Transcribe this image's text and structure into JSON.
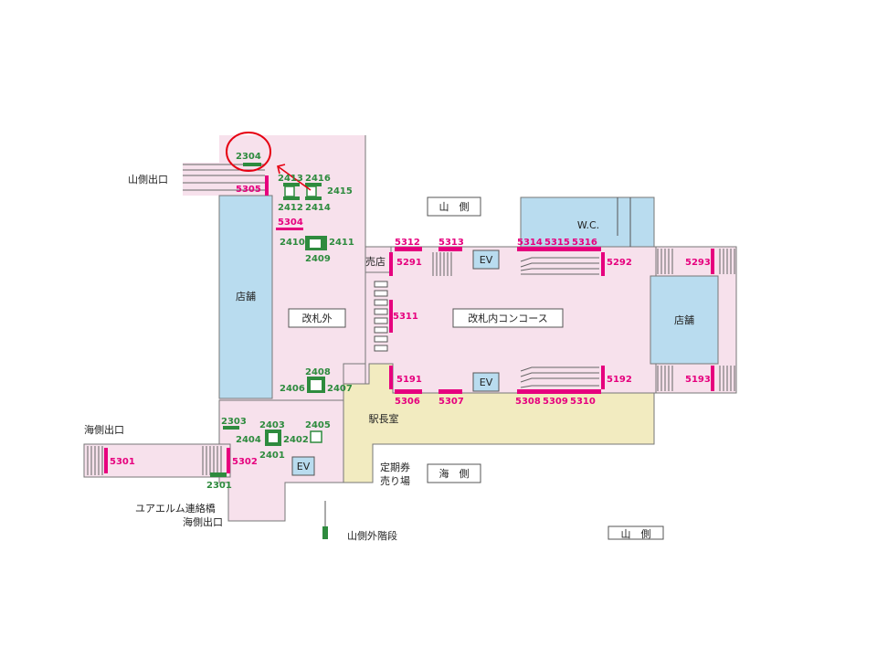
{
  "labels": {
    "yama_exit": "山側出口",
    "umi_exit": "海側出口",
    "yuaerumu": "ユアエルム連絡橋",
    "yuaerumu_exit": "海側出口",
    "kaisatsu_out": "改札外",
    "concourse": "改札内コンコース",
    "shop_left": "店舗",
    "shop_right": "店舗",
    "baiten": "売店",
    "ekichou": "駅長室",
    "teiki1": "定期券",
    "teiki2": "売り場",
    "wc": "W.C.",
    "yama_side": "山　側",
    "umi_side": "海　側",
    "yama_side_bottom": "山　側",
    "ev1": "EV",
    "ev2": "EV",
    "ev3": "EV",
    "bottom_stair": "山側外階段"
  },
  "green_codes": [
    "2304",
    "2413",
    "2416",
    "2415",
    "2412",
    "2414",
    "2410",
    "2411",
    "2409",
    "2408",
    "2406",
    "2407",
    "2303",
    "2403",
    "2405",
    "2404",
    "2402",
    "2401",
    "2301"
  ],
  "pink_codes": [
    "5305",
    "5304",
    "5312",
    "5313",
    "5314",
    "5315",
    "5316",
    "5291",
    "5292",
    "5293",
    "5311",
    "5191",
    "5192",
    "5193",
    "5306",
    "5307",
    "5308",
    "5309",
    "5310",
    "5301",
    "5302"
  ],
  "colors": {
    "pink_area": "#f7e1ec",
    "blue_area": "#b9dcef",
    "tan_area": "#f2ebc0",
    "green_mark": "#2e8b3e",
    "pink_mark": "#e6007e",
    "highlight": "#e60012"
  }
}
